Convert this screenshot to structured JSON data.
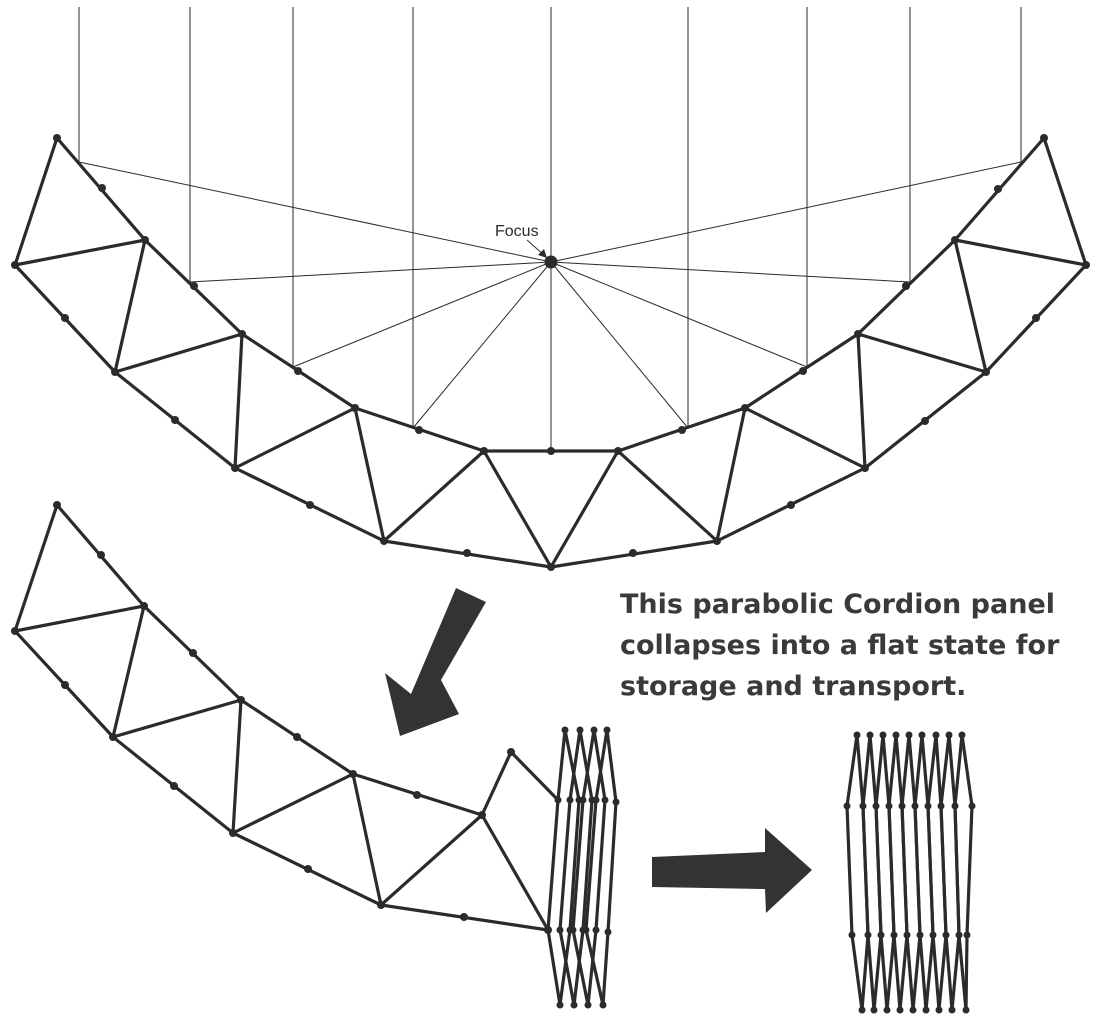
{
  "diagram": {
    "focus_label": "Focus",
    "caption_lines": [
      "This parabolic Cordion  panel",
      "collapses into a flat state for",
      "storage and transport."
    ]
  }
}
